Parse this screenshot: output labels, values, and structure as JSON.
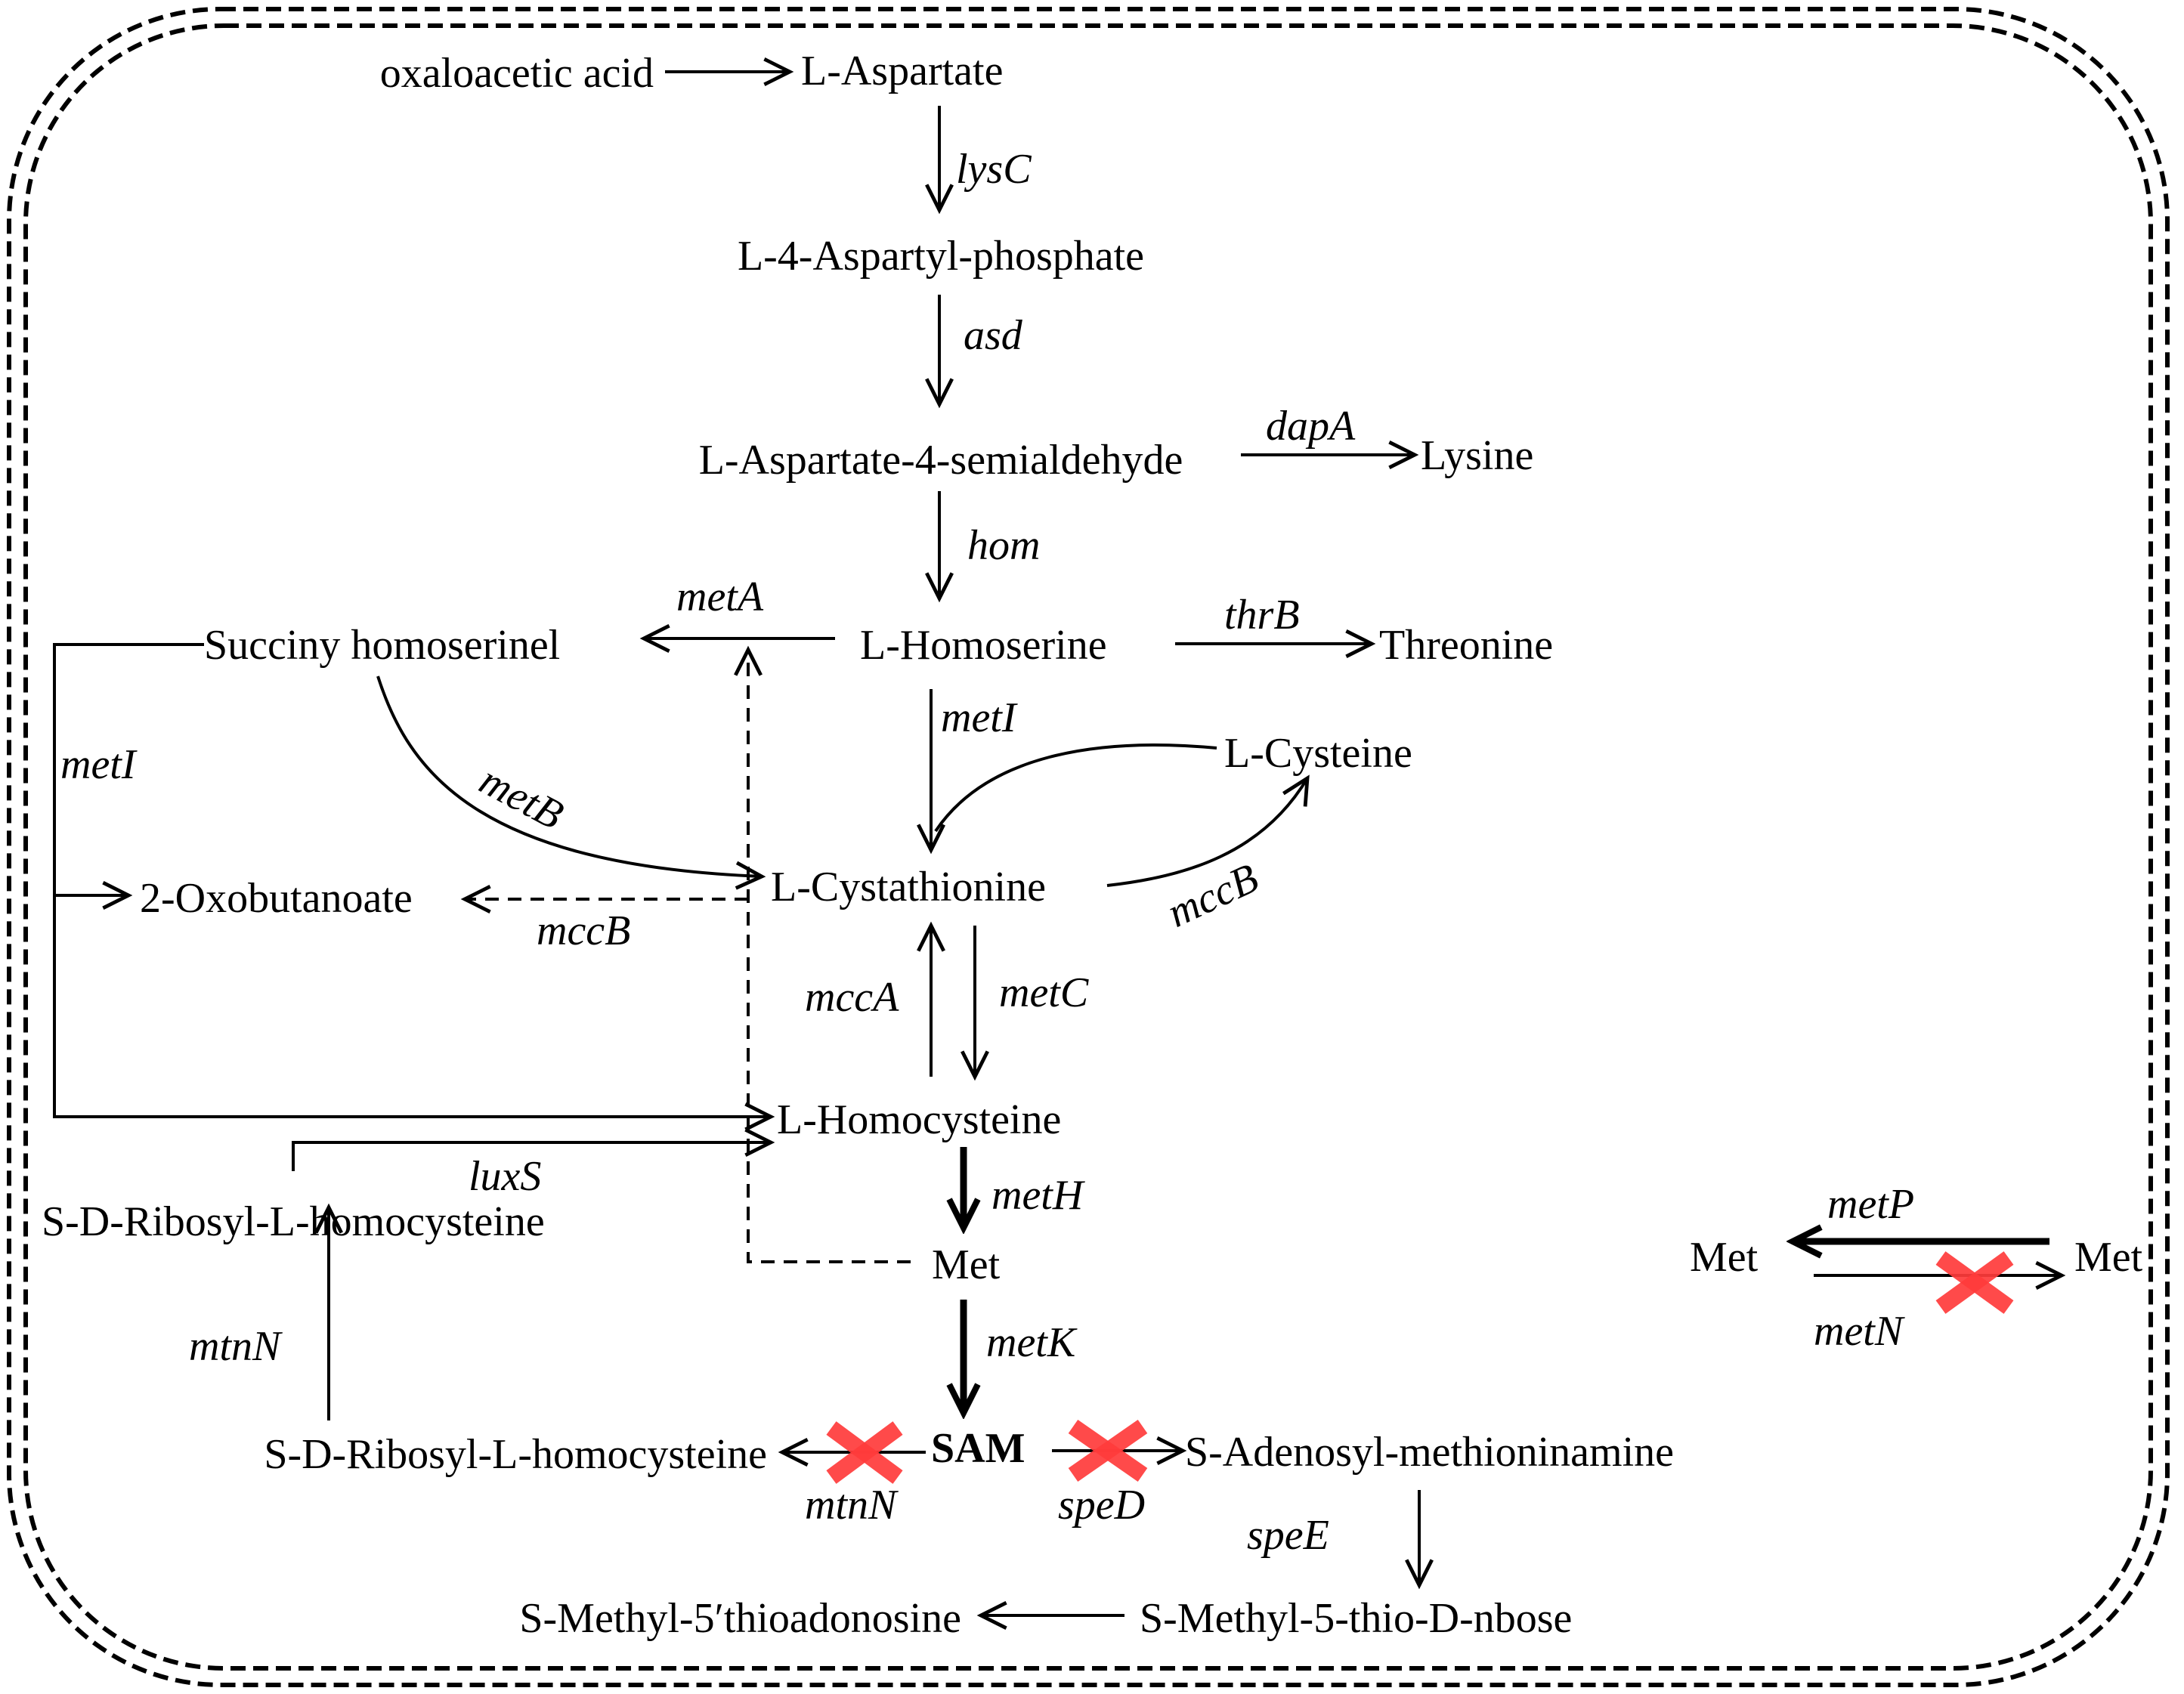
{
  "metabolites": {
    "oxaloacetic_acid": "oxaloacetic acid",
    "l_aspartate": "L-Aspartate",
    "l_4_aspartyl_phosphate": "L-4-Aspartyl-phosphate",
    "l_aspartate_4_semialdehyde": "L-Aspartate-4-semialdehyde",
    "lysine": "Lysine",
    "succiny_homoserine": "Succiny homoserinel",
    "l_homoserine": "L-Homoserine",
    "threonine": "Threonine",
    "l_cysteine": "L-Cysteine",
    "oxobutanoate": "2-Oxobutanoate",
    "l_cystathionine": "L-Cystathionine",
    "l_homocysteine": "L-Homocysteine",
    "srh_upper": "S-D-Ribosyl-L-homocysteine",
    "met_inner": "Met",
    "met_left": "Met",
    "met_right": "Met",
    "sam": "SAM",
    "srh_lower": "S-D-Ribosyl-L-homocysteine",
    "s_adenosyl_methioninamine": "S-Adenosyl-methioninamine",
    "s_methyl_thioadonosine": "S-Methyl-5′thioadonosine",
    "s_methyl_thio_nbose": "S-Methyl-5-thio-D-nbose"
  },
  "genes": {
    "lysC": "lysC",
    "asd": "asd",
    "dapA": "dapA",
    "hom": "hom",
    "metA": "metA",
    "thrB": "thrB",
    "metI_center": "metI",
    "metI_left": "metI",
    "metB": "metB",
    "mccB_left": "mccB",
    "mccB_right": "mccB",
    "mccA": "mccA",
    "metC": "metC",
    "luxS": "luxS",
    "metH": "metH",
    "metK": "metK",
    "mtnN_left": "mtnN",
    "mtnN_bottom": "mtnN",
    "speD": "speD",
    "speE": "speE",
    "metP": "metP",
    "metN": "metN"
  },
  "colors": {
    "line": "#000000",
    "knockout_cross": "#ff3b3b",
    "background": "#ffffff"
  }
}
